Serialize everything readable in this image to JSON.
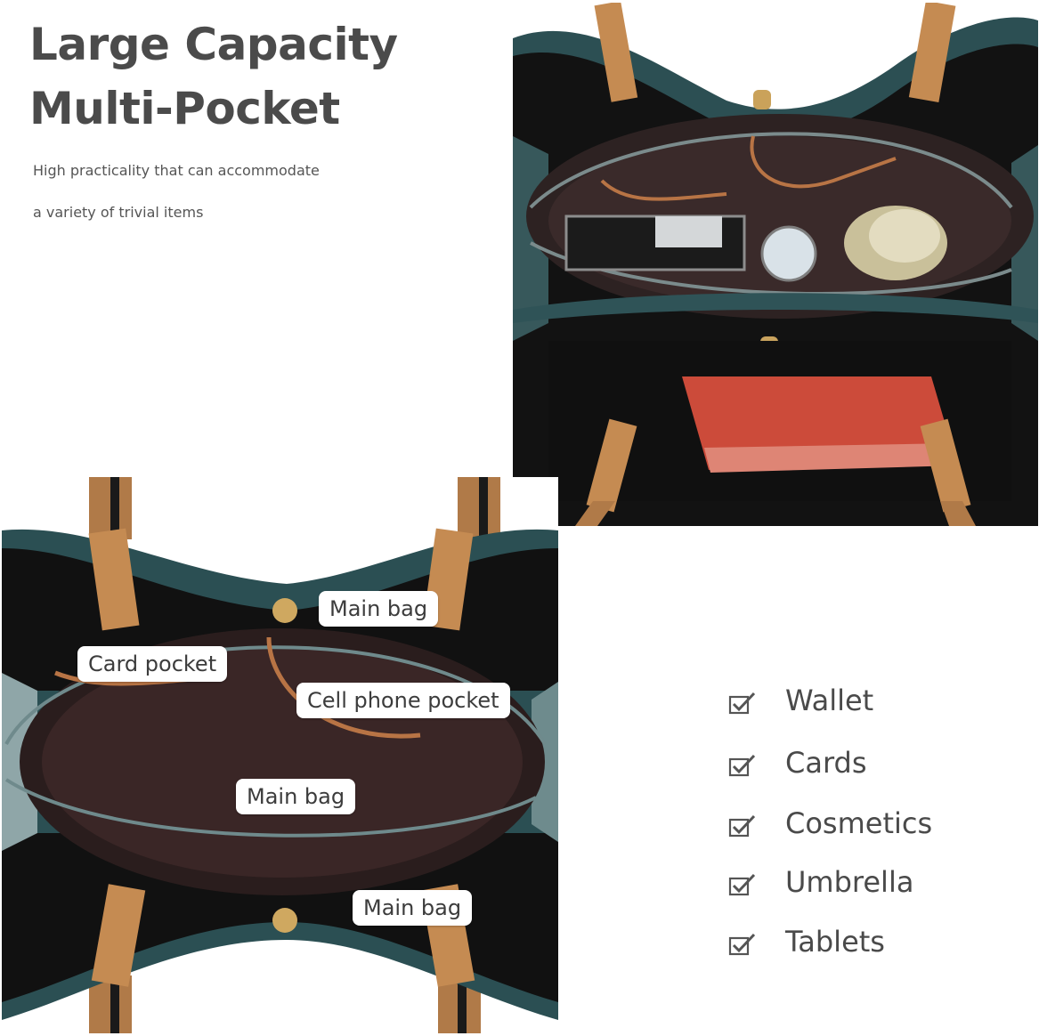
{
  "headline": {
    "line1": "Large Capacity",
    "line2": "Multi-Pocket"
  },
  "subtitle": {
    "line1": "High practicality that can accommodate",
    "line2": "a variety of trivial items"
  },
  "labels": {
    "main_bag_top": "Main bag",
    "card_pocket": "Card pocket",
    "cell_phone_pocket": "Cell phone pocket",
    "main_bag_middle": "Main bag",
    "main_bag_bottom": "Main bag"
  },
  "checklist": [
    {
      "label": "Wallet",
      "icon": "checkbox-check-icon"
    },
    {
      "label": "Cards",
      "icon": "checkbox-check-icon"
    },
    {
      "label": "Cosmetics",
      "icon": "checkbox-check-icon"
    },
    {
      "label": "Umbrella",
      "icon": "checkbox-check-icon"
    },
    {
      "label": "Tablets",
      "icon": "checkbox-check-icon"
    }
  ],
  "colors": {
    "bag_teal": "#2b5256",
    "lining_dark": "#1b1414",
    "strap_tan": "#b07a48",
    "wallet_red": "#c9503d",
    "text_gray": "#4a4a4a"
  }
}
